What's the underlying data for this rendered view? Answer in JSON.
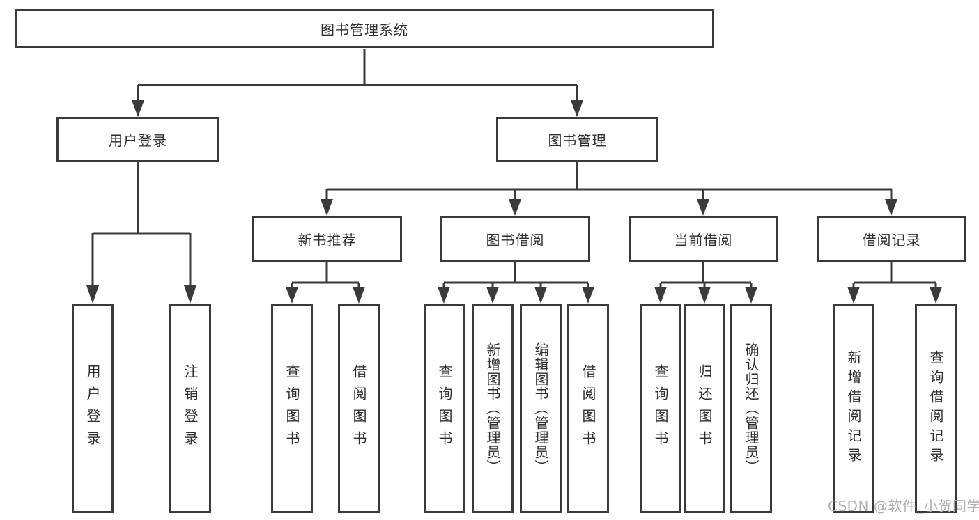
{
  "nodes": {
    "root": "图书管理系统",
    "login": {
      "label": "用户登录",
      "children": [
        "用户登录",
        "注销登录"
      ]
    },
    "mgmt": {
      "label": "图书管理"
    },
    "recommend": {
      "label": "新书推荐",
      "children": [
        "查询图书",
        "借阅图书"
      ]
    },
    "borrow": {
      "label": "图书借阅",
      "children": [
        "查询图书",
        "新增图书（管理员）",
        "编辑图书（管理员）",
        "借阅图书"
      ]
    },
    "current": {
      "label": "当前借阅",
      "children": [
        "查询图书",
        "归还图书",
        "确认归还（管理员）"
      ]
    },
    "records": {
      "label": "借阅记录",
      "children": [
        "新增借阅记录",
        "查询借阅记录"
      ]
    }
  },
  "watermark": "CSDN @软件_小贺同学",
  "colors": {
    "line": "#3a3a3a",
    "text": "#2e2e2e",
    "watermark": "#b4acae",
    "background": "#ffffff"
  }
}
